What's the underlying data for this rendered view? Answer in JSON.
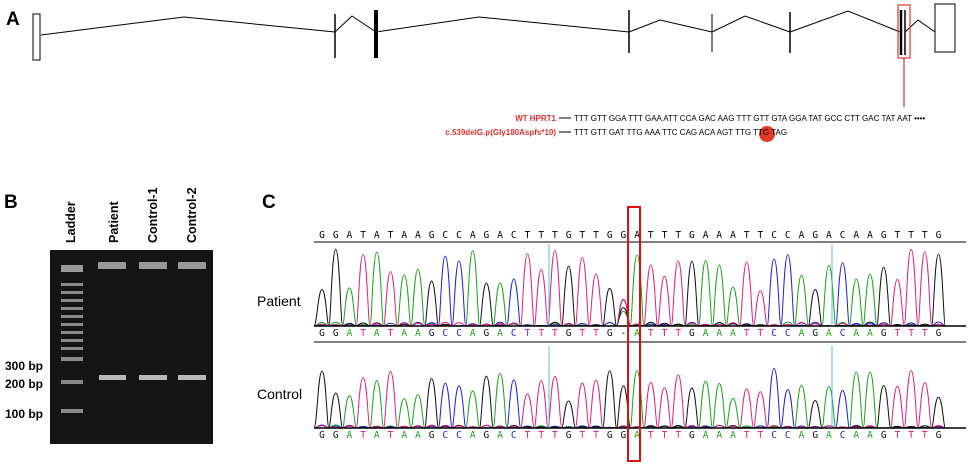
{
  "panels": {
    "a": "A",
    "b": "B",
    "c": "C"
  },
  "panel_a": {
    "wt_label": "WT HPRT1",
    "wt_sequence": "TTT GTT GGA TTT GAA ATT CCA GAC AAG TTT GTT GTA GGA TAT GCC CTT GAC TAT AAT ••••",
    "mut_label": "c.539delG.p(Gly180Aspfs*10)",
    "mut_sequence": "TTT GTT GAT TTG AAA TTC CAG ACA AGT TTG TTG TAG",
    "colors": {
      "highlight": "#e03030",
      "stop_dot": "#e23a2a"
    }
  },
  "panel_b": {
    "lanes": [
      "Ladder",
      "Patient",
      "Control-1",
      "Control-2"
    ],
    "markers": [
      "300 bp",
      "200 bp",
      "100 bp"
    ]
  },
  "panel_c": {
    "reference_sequence": "GGATATAAGCCAGACTTTGTTGGATTTGAAATTCCAGACAAGTTTG",
    "patient_calls": "GGATATAAGCCAGACTTTGTTG-ATTTGAAATTCCAGACAAGTTTG",
    "control_calls": "GGATATAAGCCAGACTTTGTTGGATTTGAAATTCCAGACAAGTTTG",
    "rows": [
      "Patient",
      "Control"
    ],
    "base_colors": {
      "A": "#1ba21b",
      "C": "#1f1fd6",
      "G": "#111111",
      "T": "#e0207a"
    }
  }
}
